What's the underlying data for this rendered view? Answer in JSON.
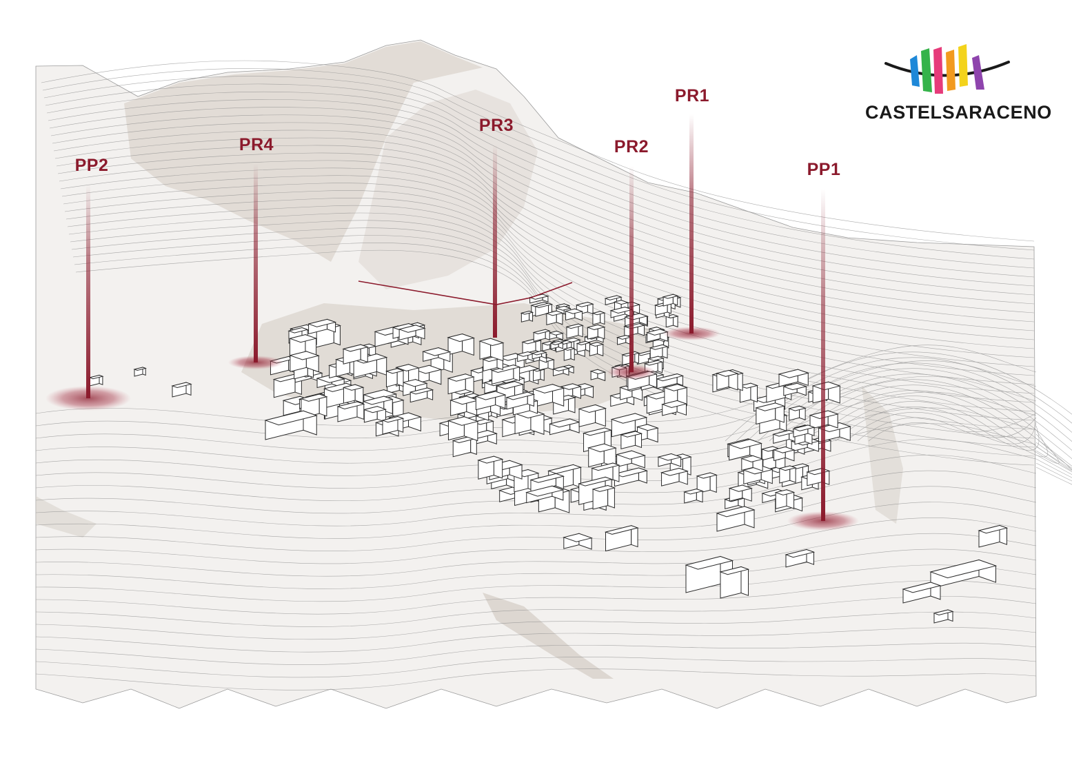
{
  "brand": {
    "name": "CASTELSARACENO",
    "logo_colors": [
      "#1e88d8",
      "#35b34a",
      "#e63b7a",
      "#f29a1f",
      "#f3d31c",
      "#8e44ad"
    ],
    "logo_arc_color": "#1a1a1a"
  },
  "colors": {
    "marker": "#8b1a2c",
    "terrain_fill": "#f3f1ef",
    "terrain_shadow": "#d9d3cc",
    "contour": "#8c8c8c",
    "building_stroke": "#2a2a2a"
  },
  "markers": [
    {
      "id": "PP2",
      "label": "PP2"
    },
    {
      "id": "PR4",
      "label": "PR4"
    },
    {
      "id": "PR3",
      "label": "PR3"
    },
    {
      "id": "PR2",
      "label": "PR2"
    },
    {
      "id": "PR1",
      "label": "PR1"
    },
    {
      "id": "PP1",
      "label": "PP1"
    }
  ]
}
